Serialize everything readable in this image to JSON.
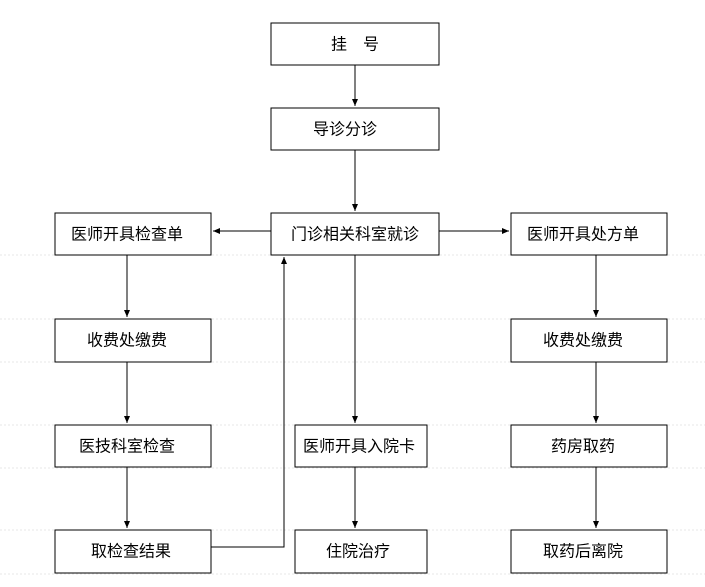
{
  "flowchart": {
    "nodes": {
      "register": "挂　号",
      "triage": "导诊分诊",
      "outpatient": "门诊相关科室就诊",
      "exam_order": "医师开具检查单",
      "pay_exam": "收费处缴费",
      "tech_exam": "医技科室检查",
      "get_results": "取检查结果",
      "admission_card": "医师开具入院卡",
      "hospitalize": "住院治疗",
      "prescription": "医师开具处方单",
      "pay_rx": "收费处缴费",
      "pharmacy": "药房取药",
      "leave": "取药后离院"
    }
  }
}
